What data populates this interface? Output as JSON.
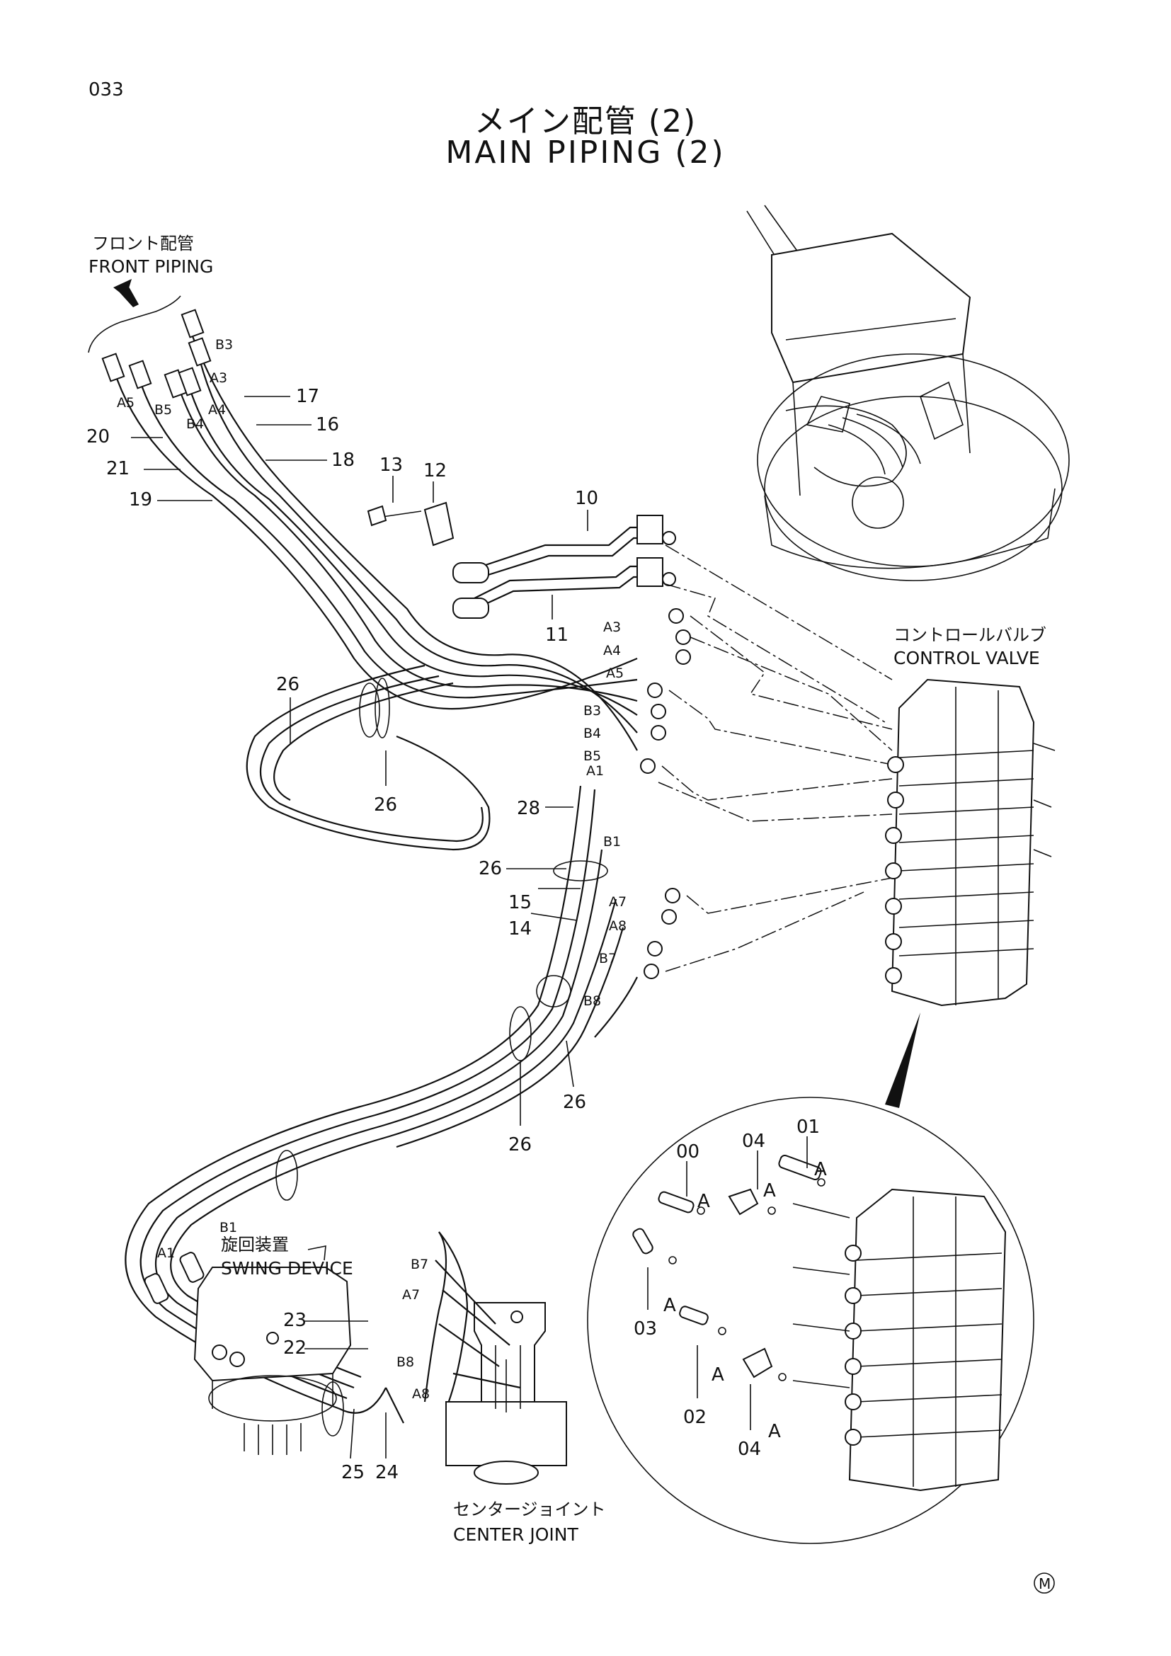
{
  "page_number": "033",
  "title": {
    "jp": "メイン配管 (2)",
    "en": "MAIN PIPING (2)"
  },
  "labels": {
    "front_piping": {
      "jp": "フロント配管",
      "en": "FRONT PIPING"
    },
    "control_valve": {
      "jp": "コントロールバルブ",
      "en": "CONTROL VALVE"
    },
    "swing_device": {
      "jp": "旋回装置",
      "en": "SWING DEVICE"
    },
    "center_joint": {
      "jp": "センタージョイント",
      "en": "CENTER JOINT"
    }
  },
  "part_numbers": {
    "p10": "10",
    "p11": "11",
    "p12": "12",
    "p13": "13",
    "p14": "14",
    "p15": "15",
    "p16": "16",
    "p17": "17",
    "p18": "18",
    "p19": "19",
    "p20": "20",
    "p21": "21",
    "p22": "22",
    "p23": "23",
    "p24": "24",
    "p25": "25",
    "p26a": "26",
    "p26b": "26",
    "p26c": "26",
    "p26d": "26",
    "p26e": "26",
    "p28": "28"
  },
  "ports": {
    "front_a5": "A5",
    "front_b5": "B5",
    "front_b4": "B4",
    "front_a4": "A4",
    "front_a3": "A3",
    "front_b3": "B3",
    "cv_a3": "A3",
    "cv_a4": "A4",
    "cv_a5": "A5",
    "cv_b3": "B3",
    "cv_b4": "B4",
    "cv_b5": "B5",
    "cv_a1": "A1",
    "cv_b1": "B1",
    "cv_a7": "A7",
    "cv_a8": "A8",
    "cv_b7": "B7",
    "cv_b8": "B8",
    "sw_a1": "A1",
    "sw_b1": "B1",
    "cj_b7": "B7",
    "cj_a7": "A7",
    "cj_b8": "B8",
    "cj_a8": "A8"
  },
  "detail": {
    "n00": "00",
    "n01": "01",
    "n02": "02",
    "n03": "03",
    "n04a": "04",
    "n04b": "04",
    "a1": "A",
    "a2": "A",
    "a3": "A",
    "a4": "A",
    "a5": "A",
    "a6": "A"
  },
  "mark": "M"
}
